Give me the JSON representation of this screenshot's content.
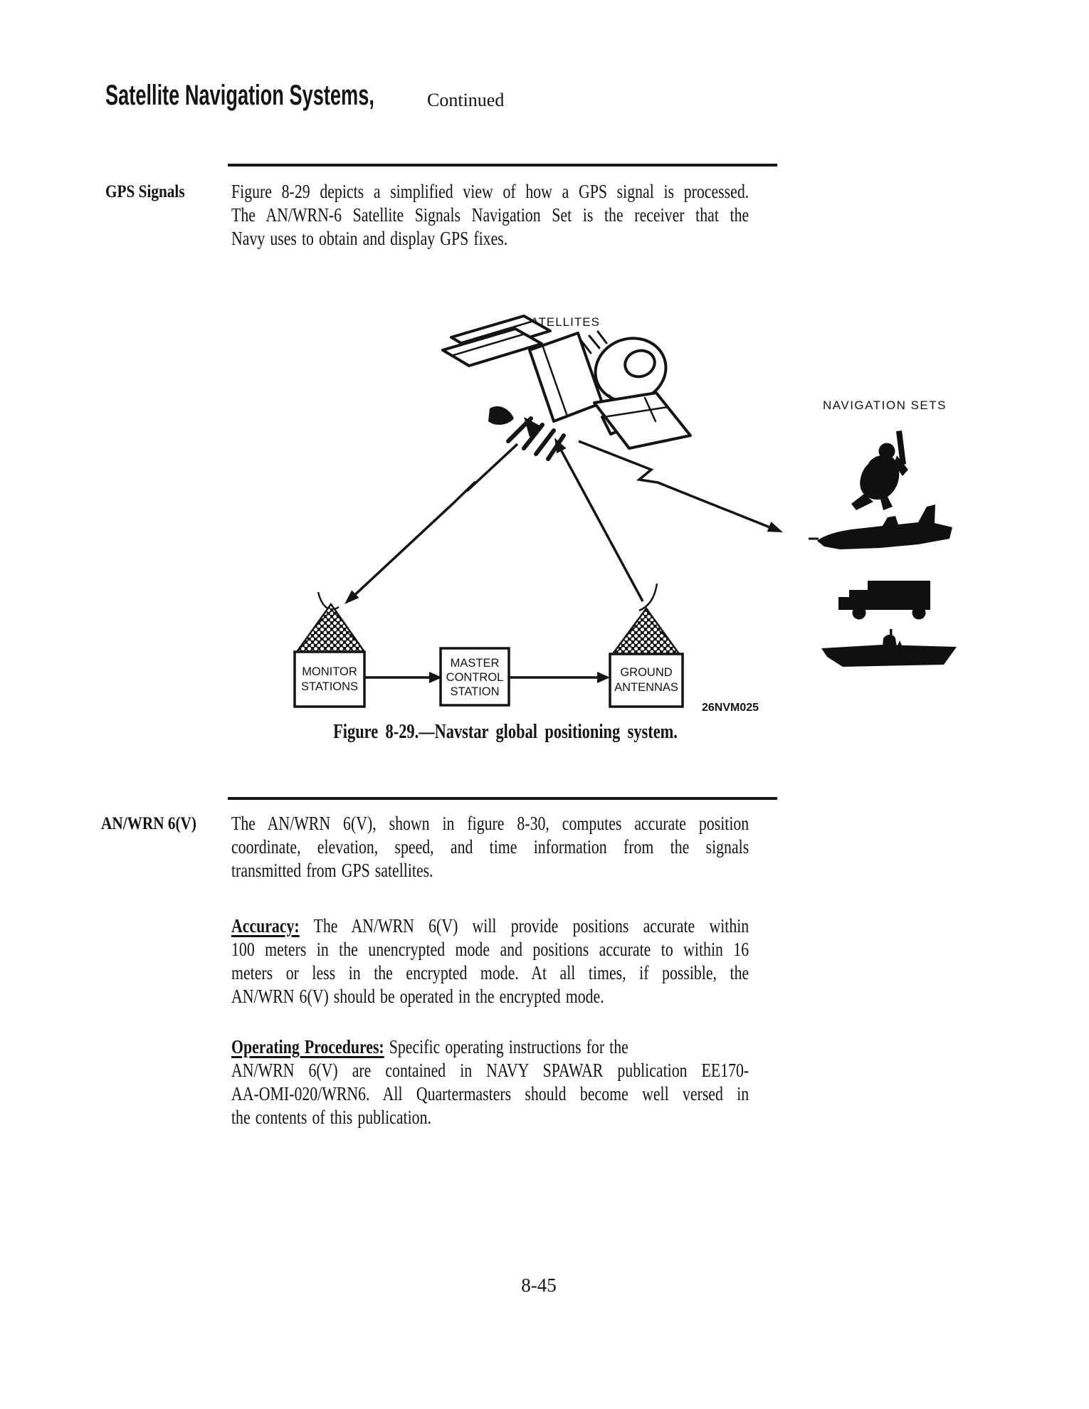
{
  "page": {
    "title_bold": "Satellite Navigation Systems,",
    "title_suffix": "Continued",
    "page_number": "8-45"
  },
  "gps_signals": {
    "heading": "GPS Signals",
    "lines": [
      "Figure 8-29 depicts a simplified view of how a GPS signal is processed.",
      "The AN/WRN-6 Satellite Signals Navigation Set is the receiver that the",
      "Navy uses to obtain and display GPS fixes."
    ]
  },
  "figure": {
    "satellites_label": "SATELLITES",
    "navigation_sets_label": "NAVIGATION SETS",
    "monitor_box": {
      "line1": "MONITOR",
      "line2": "STATIONS"
    },
    "master_box": {
      "line1": "MASTER",
      "line2": "CONTROL",
      "line3": "STATION"
    },
    "ground_box": {
      "line1": "GROUND",
      "line2": "ANTENNAS"
    },
    "figure_id": "26NVM025",
    "caption": "Figure 8-29.—Navstar global positioning system."
  },
  "anwrn": {
    "heading": "AN/WRN 6(V)",
    "intro_lines": [
      "The AN/WRN 6(V), shown in figure 8-30, computes accurate position",
      "coordinate, elevation, speed, and time information from the signals",
      "transmitted from GPS satellites."
    ],
    "accuracy_lead": "Accuracy:",
    "accuracy_lines": [
      " The AN/WRN 6(V) will provide positions accurate within",
      "100 meters in the unencrypted mode and positions accurate to within 16",
      "meters or less in the encrypted mode. At all times, if possible, the",
      "AN/WRN 6(V) should be operated in the encrypted mode."
    ],
    "procedures_lead": "Operating Procedures:",
    "procedures_lines": [
      " Specific operating instructions for the",
      "AN/WRN 6(V) are contained in NAVY SPAWAR publication EE170-",
      "AA-OMI-020/WRN6. All Quartermasters should become well versed in",
      "the contents of this publication."
    ]
  }
}
